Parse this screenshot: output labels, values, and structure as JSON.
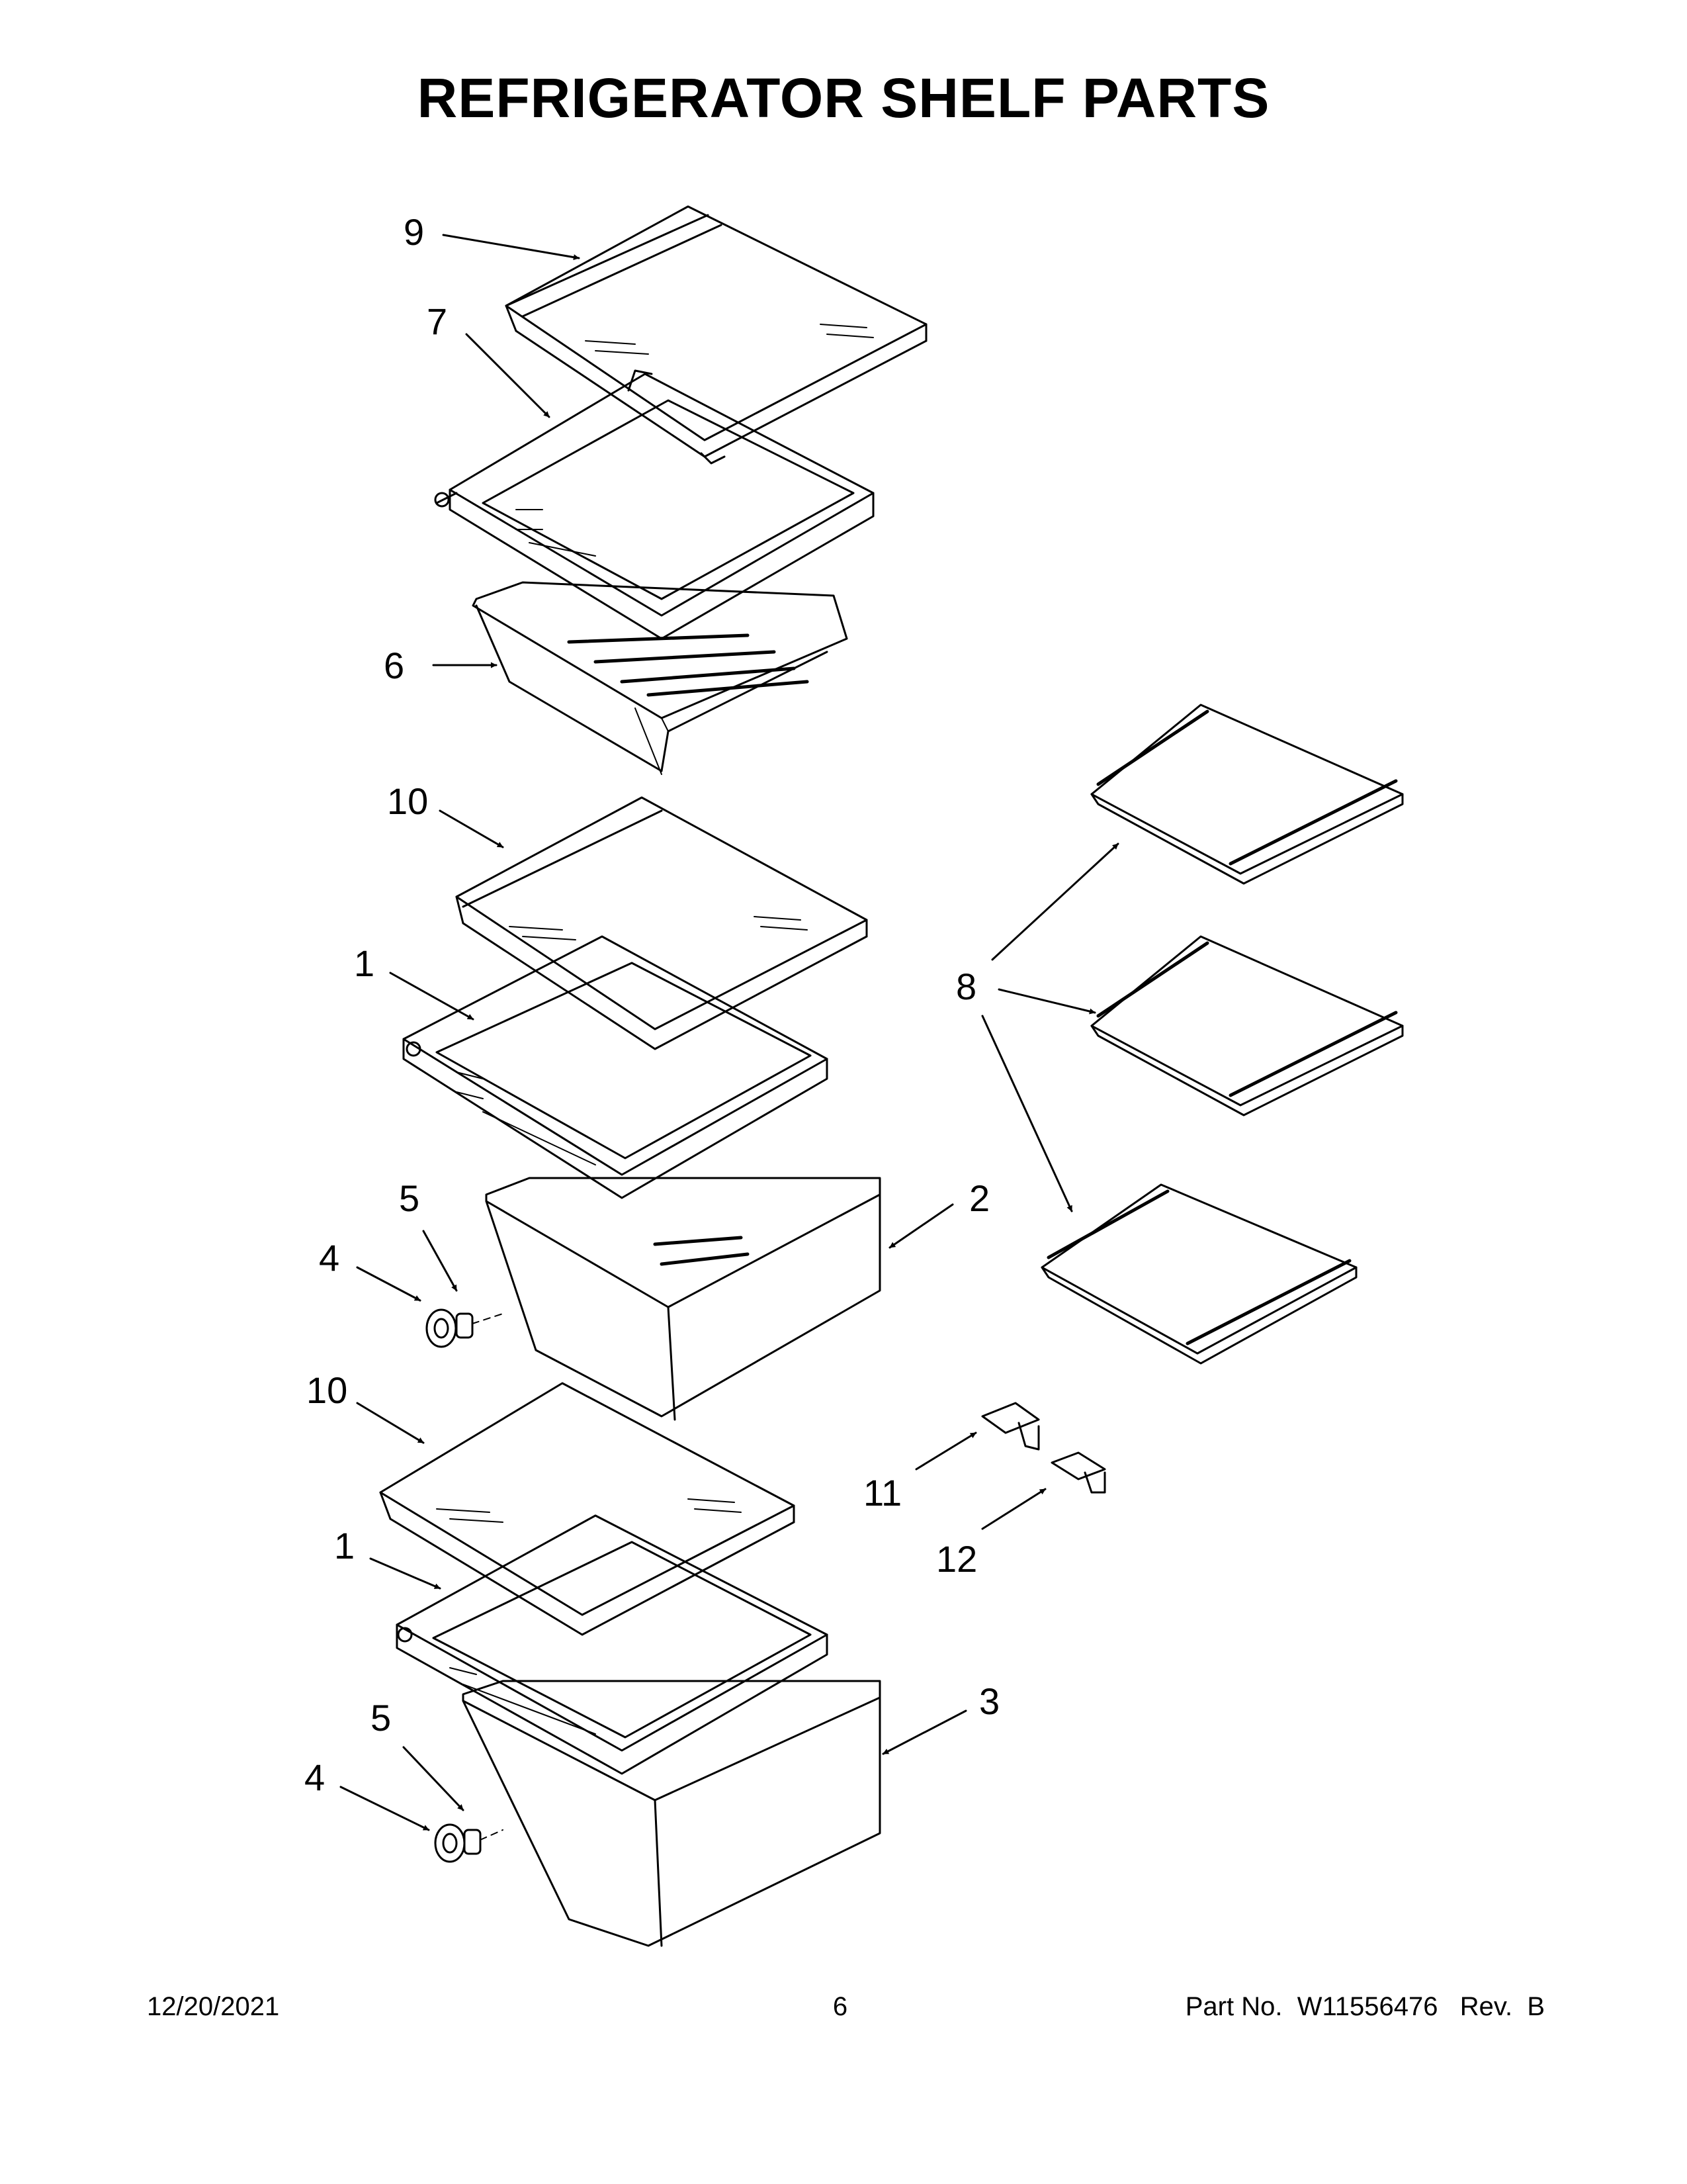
{
  "title": "REFRIGERATOR SHELF PARTS",
  "callouts": {
    "c9": "9",
    "c7": "7",
    "c6": "6",
    "c10a": "10",
    "c1a": "1",
    "c5a": "5",
    "c4a": "4",
    "c2": "2",
    "c10b": "10",
    "c1b": "1",
    "c5b": "5",
    "c4b": "4",
    "c3": "3",
    "c8": "8",
    "c11": "11",
    "c12": "12"
  },
  "footer": {
    "date": "12/20/2021",
    "page": "6",
    "part_label": "Part No.",
    "part_number": "W11556476",
    "rev_label": "Rev.",
    "rev": "B"
  }
}
